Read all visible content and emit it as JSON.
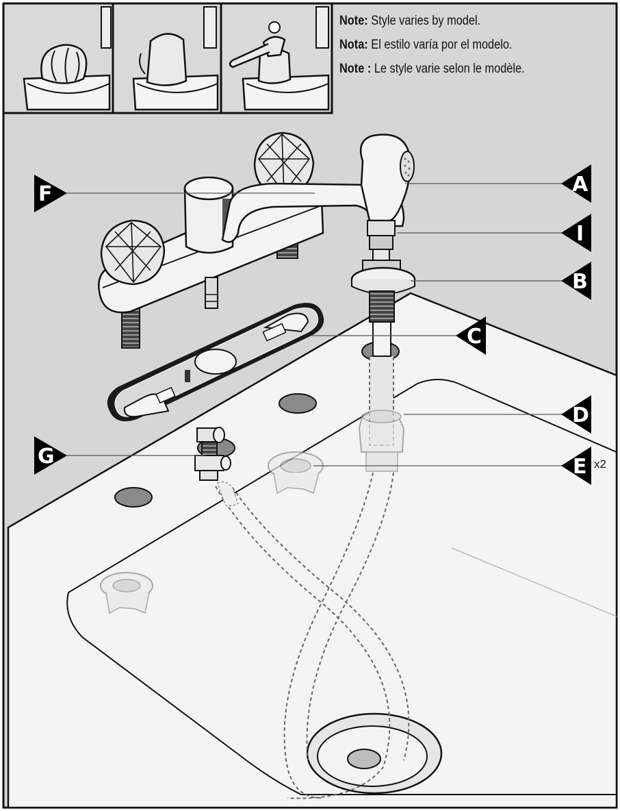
{
  "notes": [
    {
      "bold": "Note:",
      "text": " Style varies by model."
    },
    {
      "bold": "Nota:",
      "text": " El estilo varía por el modelo."
    },
    {
      "bold": "Note :",
      "text": " Le style varie selon le modèle."
    }
  ],
  "callouts": {
    "A": "A",
    "I": "I",
    "B": "B",
    "C": "C",
    "D": "D",
    "E": "E",
    "F": "F",
    "G": "G"
  },
  "quantity_e": "x2",
  "colors": {
    "background": "#d9d9d9",
    "sink": "#f4f4f4",
    "outline": "#111111",
    "marker": "#000000"
  }
}
